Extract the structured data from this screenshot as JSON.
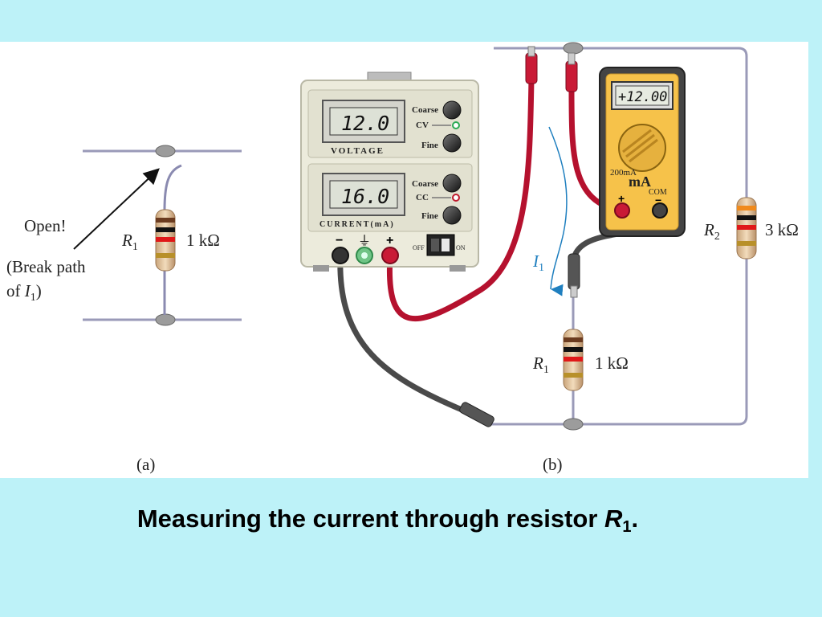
{
  "figure_a": {
    "label": "(a)",
    "open_text": "Open!",
    "break_line1": "(Break path",
    "break_line2_prefix": "of ",
    "break_line2_var": "I",
    "break_line2_sub": "1",
    "break_line2_suffix": ")",
    "r1_var": "R",
    "r1_sub": "1",
    "r1_value": "1 kΩ"
  },
  "figure_b": {
    "label": "(b)",
    "supply": {
      "voltage_display": "12.0",
      "current_display": "16.0",
      "voltage_label": "VOLTAGE",
      "current_label": "CURRENT(mA)",
      "coarse_label": "Coarse",
      "fine_label": "Fine",
      "cv_label": "CV",
      "cc_label": "CC",
      "minus_symbol": "−",
      "plus_symbol": "+",
      "ground_symbol": "⏚",
      "off_label": "OFF",
      "on_label": "ON"
    },
    "meter": {
      "display": "+12.00",
      "range_label": "200mA",
      "unit_label": "mA",
      "plus_symbol": "+",
      "com_label": "COM",
      "minus_symbol": "−"
    },
    "current_var": "I",
    "current_sub": "1",
    "r1_var": "R",
    "r1_sub": "1",
    "r1_value": "1 kΩ",
    "r2_var": "R",
    "r2_sub": "2",
    "r2_value": "3 kΩ"
  },
  "caption": {
    "prefix": "Measuring the current through resistor ",
    "var": "R",
    "sub": "1",
    "suffix": "."
  },
  "colors": {
    "background": "#bdf2f8",
    "lead_red": "#b5112e",
    "lead_gray": "#4a4a4a",
    "meter_body": "#f6c24a",
    "supply_body": "#ecebdc",
    "current_arrow": "#1f7fbf"
  }
}
